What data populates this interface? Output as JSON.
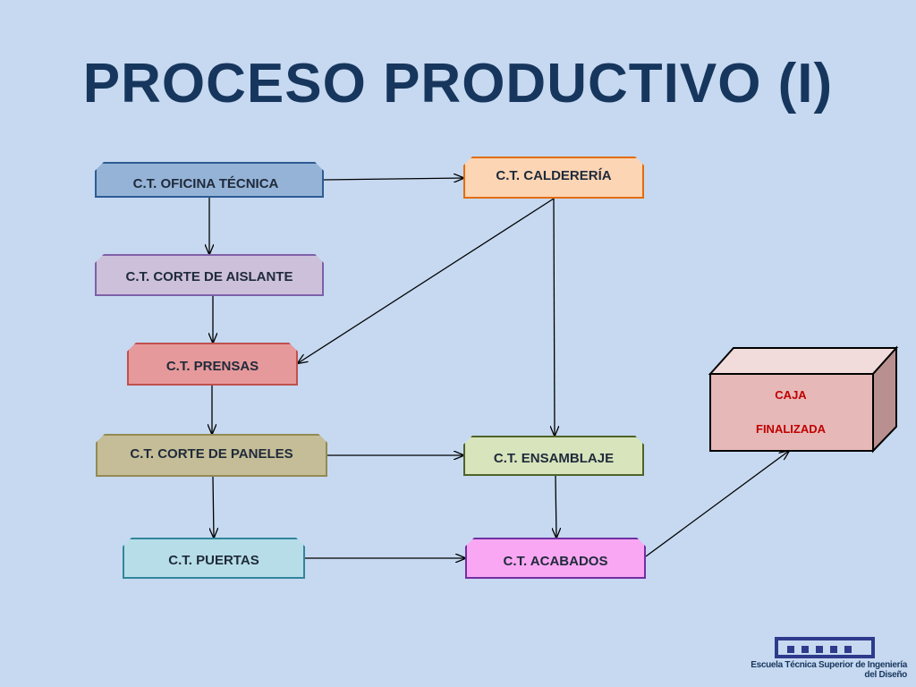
{
  "title": "PROCESO PRODUCTIVO (I)",
  "nodes": {
    "oficina_tecnica": "C.T. OFICINA TÉCNICA",
    "caldereria": "C.T. CALDERERÍA",
    "corte_aislante": "C.T. CORTE DE AISLANTE",
    "prensas": "C.T. PRENSAS",
    "corte_paneles": "C.T. CORTE DE PANELES",
    "ensamblaje": "C.T. ENSAMBLAJE",
    "puertas": "C.T. PUERTAS",
    "acabados": "C.T. ACABADOS"
  },
  "final_box": {
    "line1": "CAJA",
    "line2": "FINALIZADA"
  },
  "logo_text": "Escuela Técnica Superior de Ingeniería del Diseño",
  "edges": [
    {
      "from": "oficina_tecnica",
      "to": "caldereria"
    },
    {
      "from": "oficina_tecnica",
      "to": "corte_aislante"
    },
    {
      "from": "corte_aislante",
      "to": "prensas"
    },
    {
      "from": "caldereria",
      "to": "prensas"
    },
    {
      "from": "caldereria",
      "to": "ensamblaje"
    },
    {
      "from": "prensas",
      "to": "corte_paneles"
    },
    {
      "from": "corte_paneles",
      "to": "ensamblaje"
    },
    {
      "from": "corte_paneles",
      "to": "puertas"
    },
    {
      "from": "ensamblaje",
      "to": "acabados"
    },
    {
      "from": "puertas",
      "to": "acabados"
    },
    {
      "from": "acabados",
      "to": "final_box"
    }
  ],
  "colors": {
    "background": "#c6d9f1",
    "title": "#17365d",
    "oficina_tecnica": "#95b3d7",
    "caldereria": "#fcd5b4",
    "corte_aislante": "#ccc0da",
    "prensas": "#e6999b",
    "corte_paneles": "#c4bd97",
    "ensamblaje": "#d7e4bc",
    "puertas": "#b7dee8",
    "acabados": "#f9a7f3",
    "final_box": "#e6b9b8"
  }
}
